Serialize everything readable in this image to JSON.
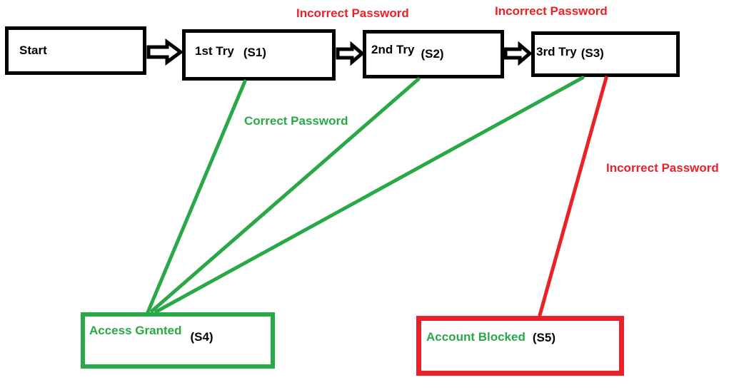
{
  "nodes": {
    "start": {
      "label": "Start"
    },
    "s1": {
      "label": "1st Try",
      "state": "(S1)"
    },
    "s2": {
      "label": "2nd Try",
      "state": "(S2)"
    },
    "s3": {
      "label": "3rd Try",
      "state": "(S3)"
    },
    "s4": {
      "label": "Access Granted",
      "state": "(S4)"
    },
    "s5": {
      "label": "Account Blocked",
      "state": "(S5)"
    }
  },
  "edge_labels": {
    "s1_to_s2": "Incorrect Password",
    "s2_to_s3": "Incorrect Password",
    "tries_to_s4": "Correct Password",
    "s3_to_s5": "Incorrect Password"
  },
  "colors": {
    "correct_green": "#29a847",
    "incorrect_red": "#ec2127",
    "outline_black": "#000000"
  }
}
